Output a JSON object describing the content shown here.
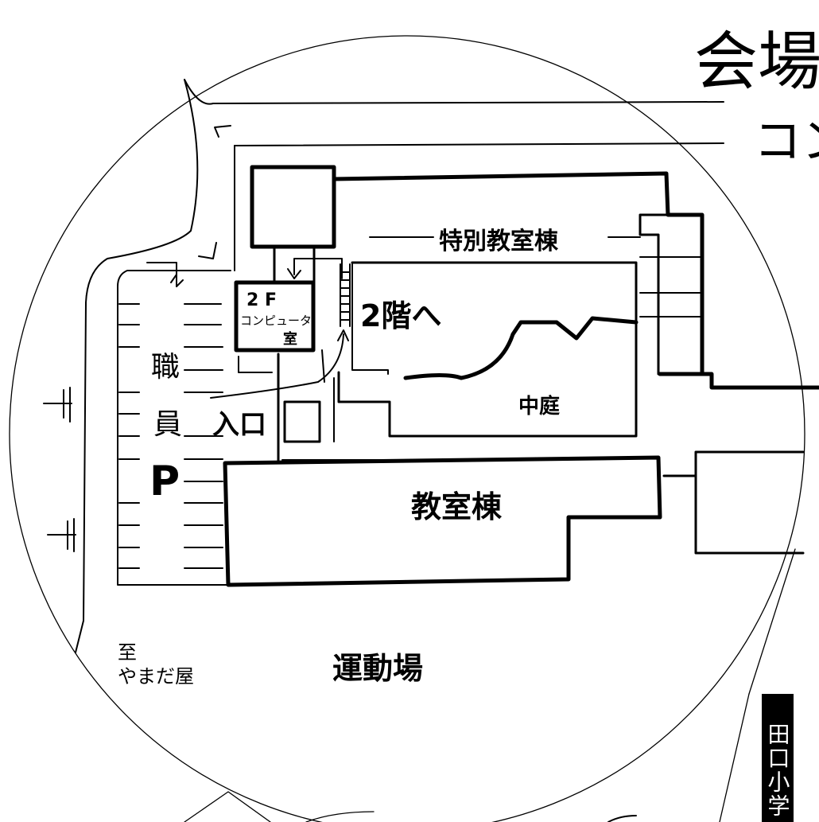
{
  "title": {
    "main": "会場",
    "sub": "コン"
  },
  "labels": {
    "special_building": "特別教室棟",
    "computer_room_floor": "2 F",
    "computer_room_name": "コンピュータ",
    "computer_room_suffix": "室",
    "to_second_floor": "2階へ",
    "courtyard": "中庭",
    "entrance": "入口",
    "classroom_building": "教室棟",
    "playground": "運動場",
    "staff_char_1": "職",
    "staff_char_2": "員",
    "parking_mark": "P",
    "destination_prefix": "至",
    "destination_name": "やまだ屋",
    "school_name": "田口小学"
  },
  "colors": {
    "ink": "#000000",
    "paper": "#ffffff"
  }
}
